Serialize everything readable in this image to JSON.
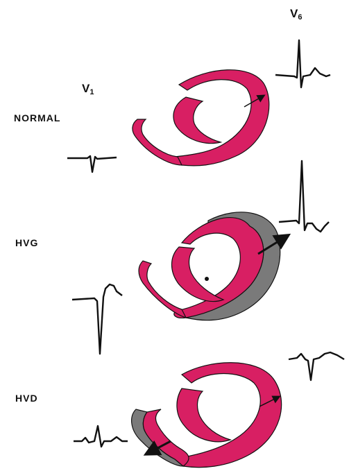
{
  "leads": {
    "v1": {
      "main": "V",
      "sub": "1"
    },
    "v6": {
      "main": "V",
      "sub": "6"
    }
  },
  "rows": {
    "normal": "NORMAL",
    "hvg": "HVG",
    "hvd": "HVD"
  },
  "colors": {
    "myocardium": "#d81f63",
    "hypertrophy": "#7a7a7a",
    "outline": "#111111",
    "trace": "#111111"
  }
}
